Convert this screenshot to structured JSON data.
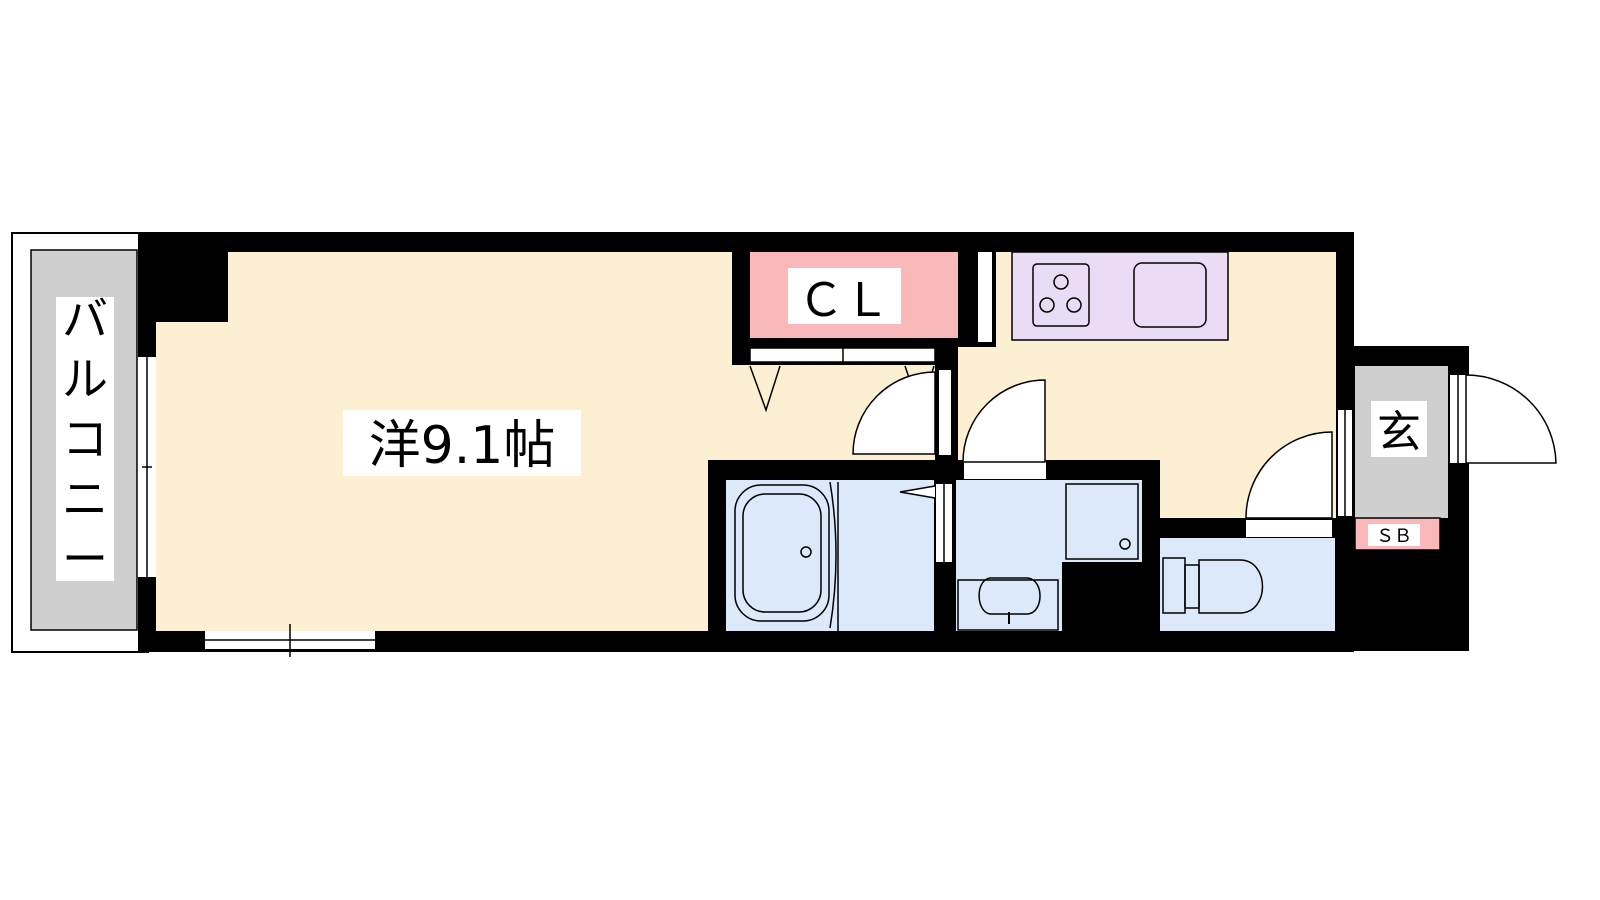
{
  "floor_plan": {
    "rooms": {
      "main_room": "洋9.1帖",
      "closet": "ＣＬ",
      "balcony": "バルコニー",
      "entrance": "玄",
      "shoe_box": "ＳＢ"
    },
    "colors": {
      "wall": "#000000",
      "western_room_floor": "#fdf0d2",
      "closet_fill": "#f9b8b9",
      "kitchen_fill": "#eadcf4",
      "wet_area_fill": "#dbe9fa",
      "balcony_fill": "#cfcfcf",
      "entrance_fill": "#cfcfcf",
      "shoe_box_fill": "#f9b8b9"
    }
  }
}
